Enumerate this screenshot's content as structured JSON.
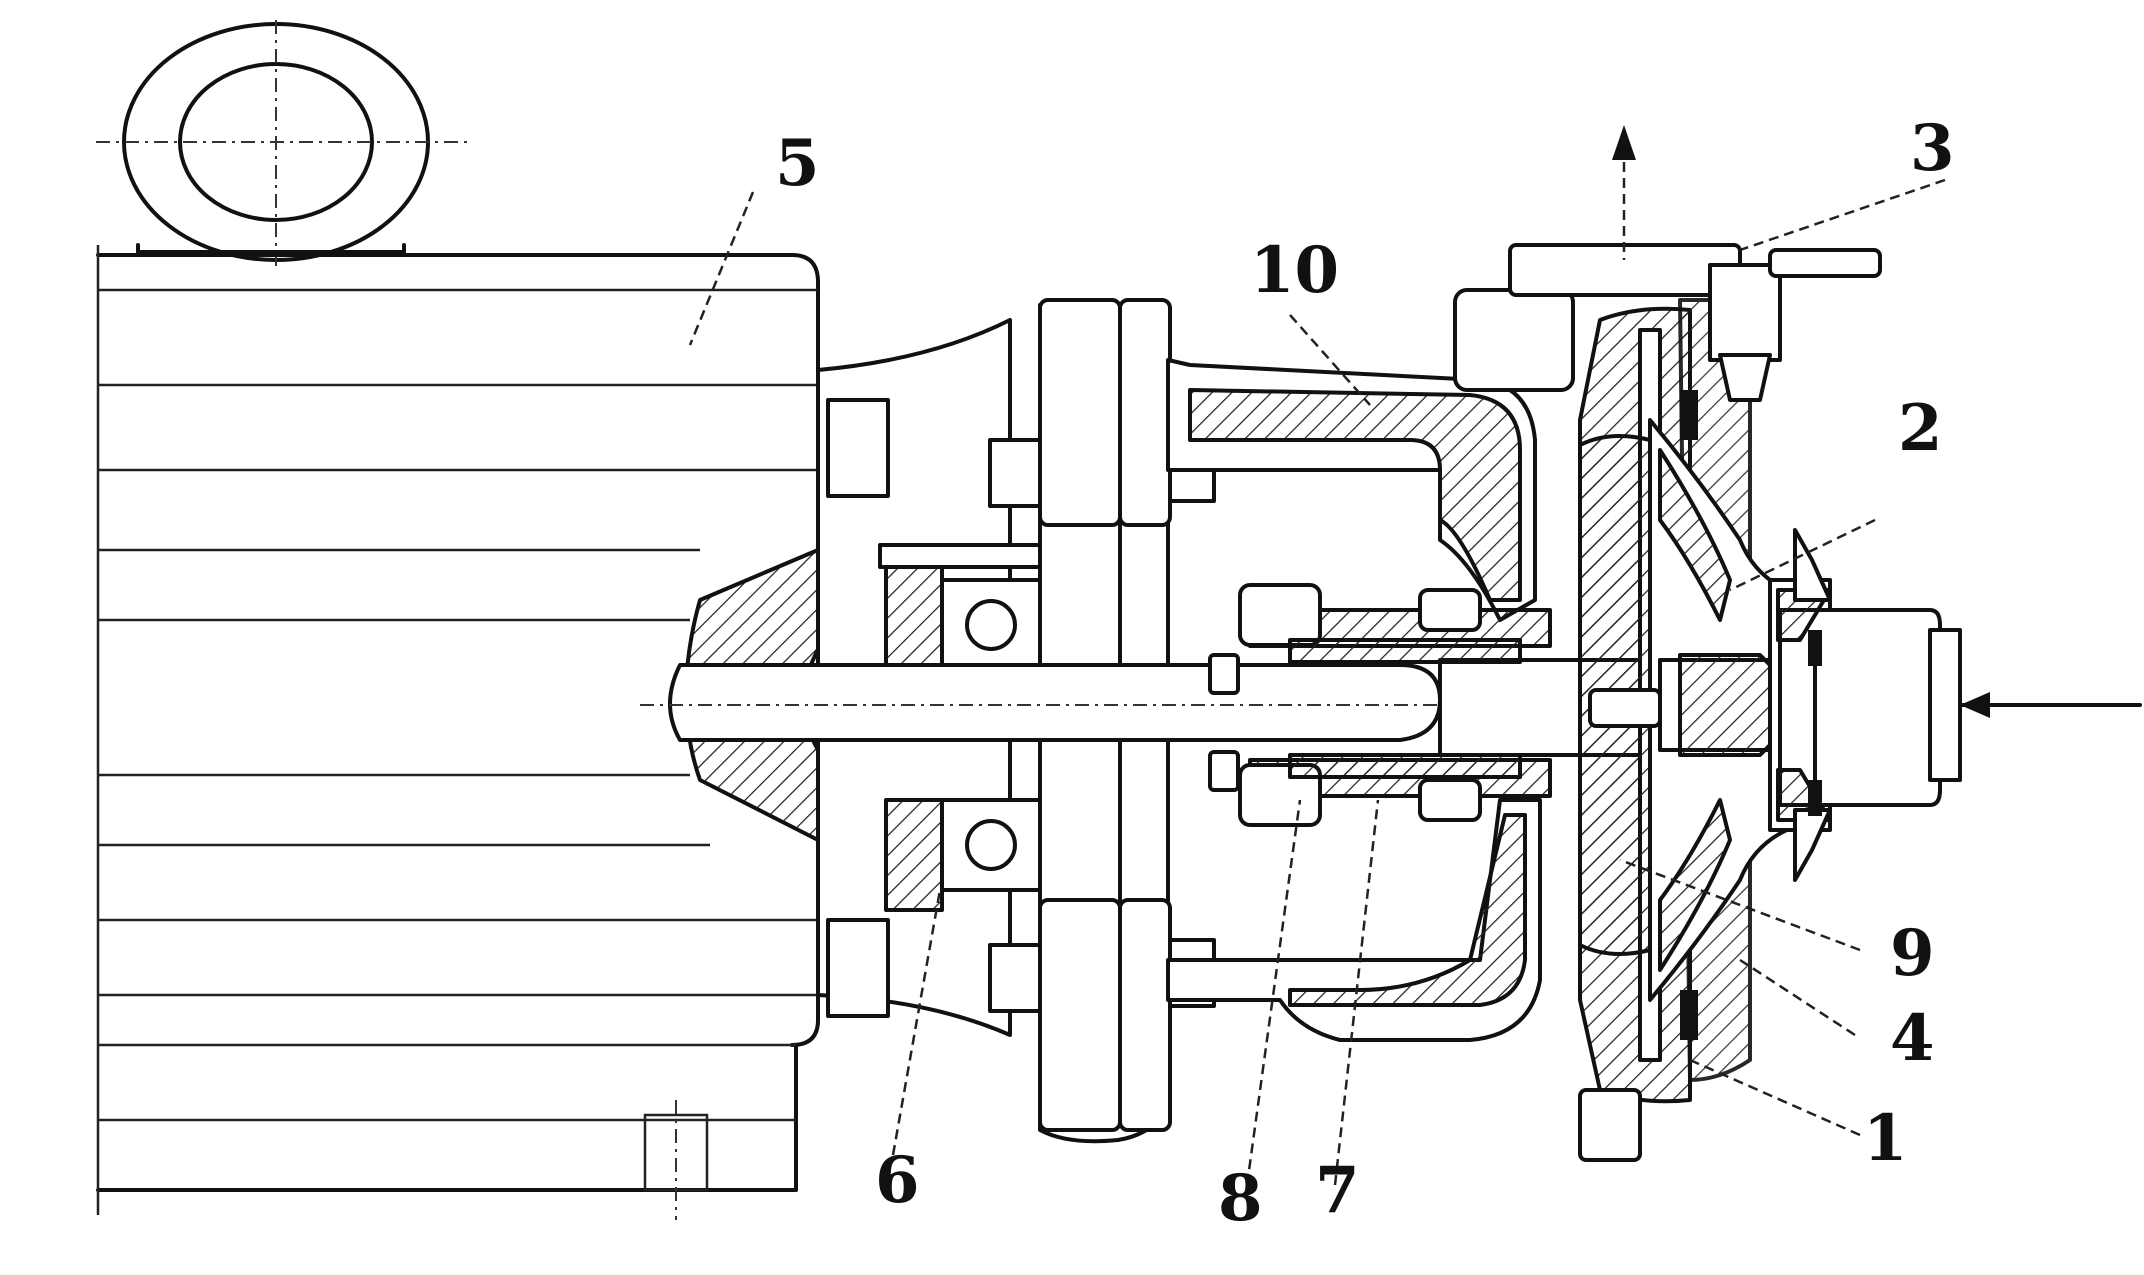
{
  "figure": {
    "labels": [
      {
        "id": "1",
        "text": "1"
      },
      {
        "id": "2",
        "text": "2"
      },
      {
        "id": "3",
        "text": "3"
      },
      {
        "id": "4",
        "text": "4"
      },
      {
        "id": "5",
        "text": "5"
      },
      {
        "id": "6",
        "text": "6"
      },
      {
        "id": "7",
        "text": "7"
      },
      {
        "id": "8",
        "text": "8"
      },
      {
        "id": "9",
        "text": "9"
      },
      {
        "id": "10",
        "text": "10"
      }
    ]
  }
}
